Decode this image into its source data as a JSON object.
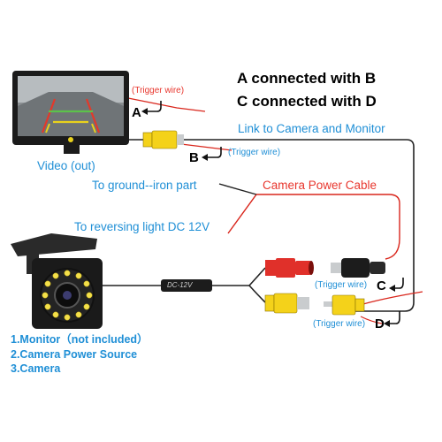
{
  "headings": {
    "a_with_b": "A connected with B",
    "c_with_d": "C connected with D"
  },
  "labels": {
    "link_camera_monitor": "Link to Camera and Monitor",
    "video_out": "Video (out)",
    "to_ground": "To ground--iron part",
    "camera_power_cable": "Camera Power Cable",
    "to_reversing_light": "To reversing light DC 12V",
    "trigger_wire_a": "(Trigger wire)",
    "trigger_wire_b": "(Trigger wire)",
    "trigger_wire_c": "(Trigger wire)",
    "trigger_wire_d": "(Trigger wire)"
  },
  "letters": {
    "a": "A",
    "b": "B",
    "c": "C",
    "d": "D"
  },
  "components": [
    "1.Monitor（not included）",
    "2.Camera Power Source",
    "3.Camera"
  ],
  "cable_tag": "DC-12V",
  "colors": {
    "label_blue": "#1f8fd6",
    "label_red": "#e8362d",
    "wire_red": "#d9261c",
    "rca_yellow": "#f4d21a",
    "rca_red": "#e0302a",
    "led_yellow": "#f4e04a"
  }
}
